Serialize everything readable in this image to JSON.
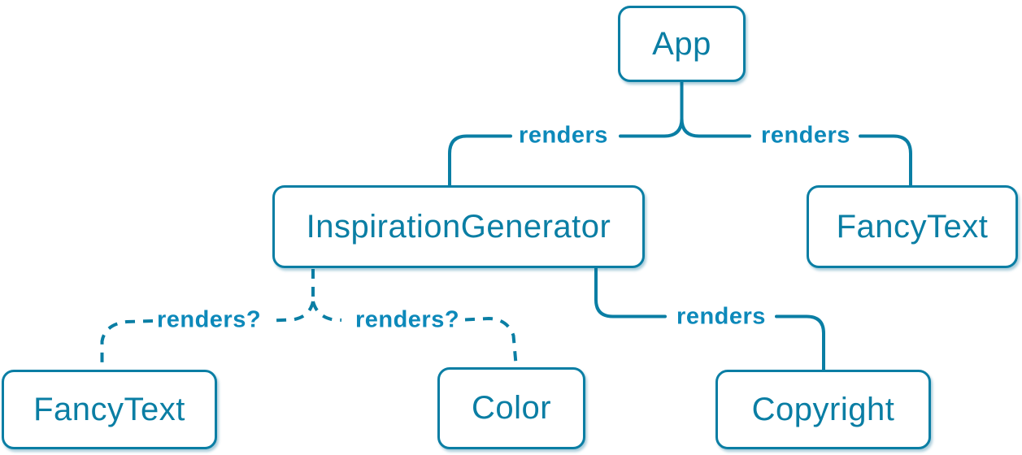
{
  "colors": {
    "accent": "#0a7ea4",
    "label": "#0d89ba",
    "node_bg": "#ffffff",
    "canvas_bg": "#ffffff"
  },
  "nodes": {
    "app": {
      "label": "App"
    },
    "inspiration_generator": {
      "label": "InspirationGenerator"
    },
    "fancy_text_top": {
      "label": "FancyText"
    },
    "fancy_text_bottom": {
      "label": "FancyText"
    },
    "color": {
      "label": "Color"
    },
    "copyright": {
      "label": "Copyright"
    }
  },
  "edges": [
    {
      "from": "App",
      "to": "InspirationGenerator",
      "label": "renders",
      "style": "solid"
    },
    {
      "from": "App",
      "to": "FancyText",
      "label": "renders",
      "style": "solid"
    },
    {
      "from": "InspirationGenerator",
      "to": "Copyright",
      "label": "renders",
      "style": "solid"
    },
    {
      "from": "InspirationGenerator",
      "to": "FancyText",
      "label": "renders?",
      "style": "dashed"
    },
    {
      "from": "InspirationGenerator",
      "to": "Color",
      "label": "renders?",
      "style": "dashed"
    }
  ]
}
